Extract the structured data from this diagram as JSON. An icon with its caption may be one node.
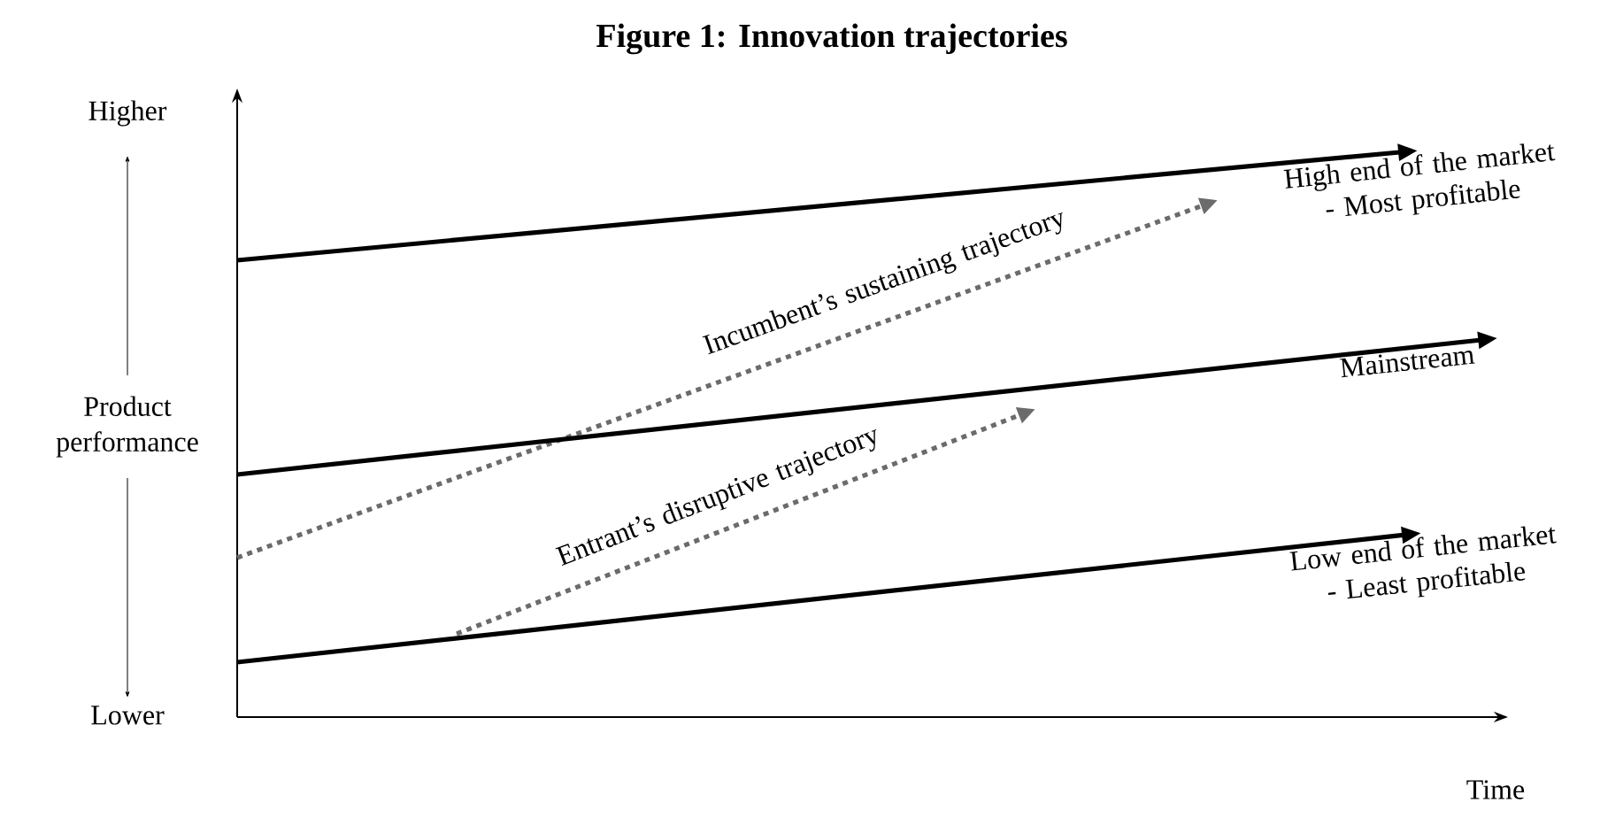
{
  "diagram": {
    "title": "Figure 1: Innovation trajectories",
    "nodes": [
      {
        "text": [
          "High end of the market - Most profitable"
        ]
      },
      {
        "text": [
          "Mainstream"
        ]
      },
      {
        "text": [
          "Low end of the market - Least profitable"
        ]
      }
    ],
    "edges": [
      {
        "from": null,
        "to": 0,
        "arrow": "to"
      },
      {
        "from": null,
        "to": 1,
        "arrow": "to"
      },
      {
        "from": null,
        "to": 2,
        "arrow": "to"
      }
    ],
    "labels": [
      "Higher",
      "Product performance",
      "Lower",
      "Incumbent’s sustaining trajectory",
      "Entrant’s disruptive trajectory",
      "Time"
    ]
  }
}
